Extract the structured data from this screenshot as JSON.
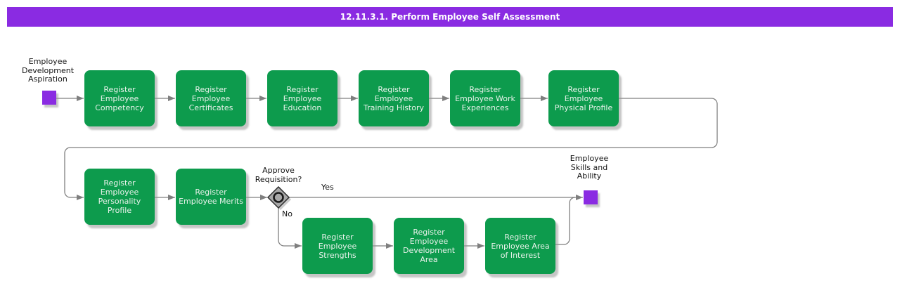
{
  "title_bar": {
    "text": "12.11.3.1. Perform Employee Self Assessment"
  },
  "colors": {
    "accent_purple": "#8A2BE2",
    "task_green": "#0D9B4D",
    "connector_gray": "#7F7F7F",
    "decision_gray": "#A8A8A8"
  },
  "start_node": {
    "label": "Employee\nDevelopment\nAspiration"
  },
  "end_node": {
    "label": "Employee\nSkills and\nAbility"
  },
  "decision": {
    "label": "Approve\nRequisition?",
    "yes": "Yes",
    "no": "No"
  },
  "tasks": [
    {
      "label": "Register\nEmployee\nCompetency"
    },
    {
      "label": "Register\nEmployee\nCertificates"
    },
    {
      "label": "Register\nEmployee\nEducation"
    },
    {
      "label": "Register\nEmployee\nTraining History"
    },
    {
      "label": "Register\nEmployee Work\nExperiences"
    },
    {
      "label": "Register\nEmployee\nPhysical Profile"
    },
    {
      "label": "Register\nEmployee\nPersonality\nProfile"
    },
    {
      "label": "Register\nEmployee Merits"
    },
    {
      "label": "Register\nEmployee\nStrengths"
    },
    {
      "label": "Register\nEmployee\nDevelopment\nArea"
    },
    {
      "label": "Register\nEmployee Area\nof Interest"
    }
  ]
}
